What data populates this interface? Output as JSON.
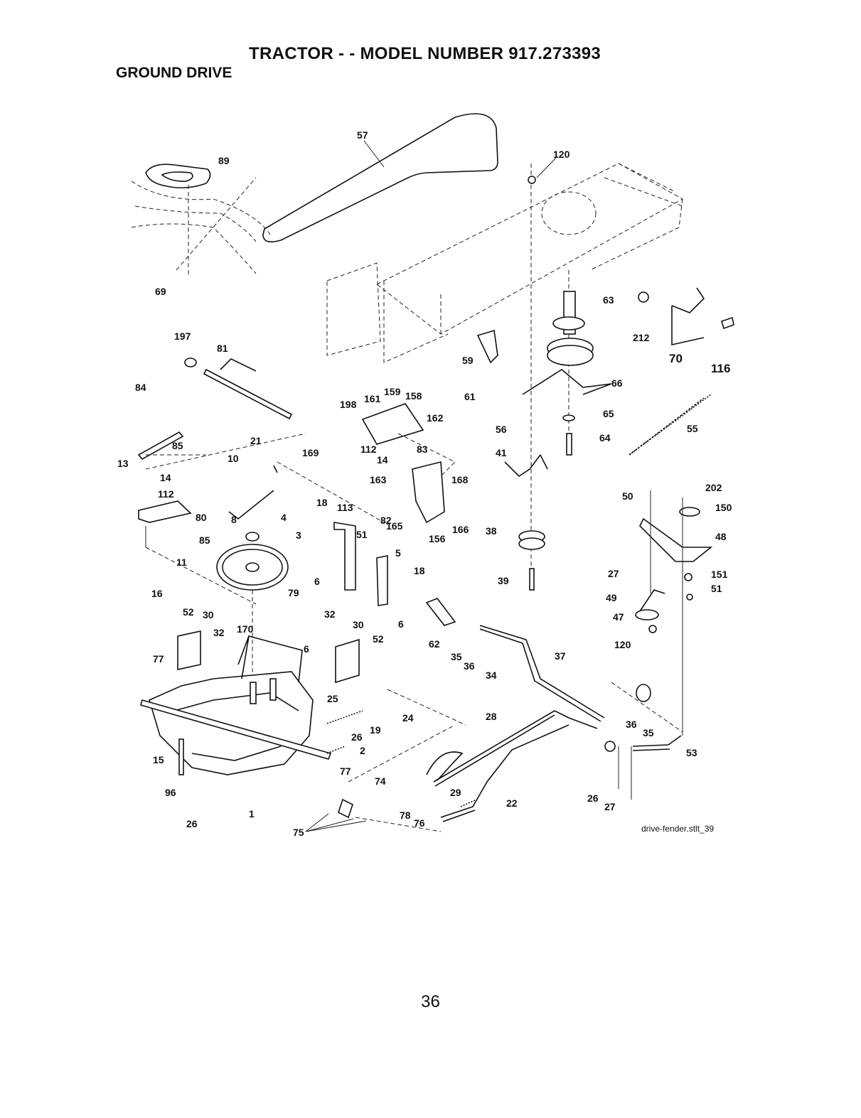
{
  "header": {
    "title": "TRACTOR - - MODEL NUMBER  917.273393",
    "section": "GROUND DRIVE"
  },
  "diagram": {
    "callouts": [
      "57",
      "89",
      "120",
      "69",
      "197",
      "81",
      "84",
      "85",
      "13",
      "14",
      "112",
      "80",
      "85",
      "11",
      "21",
      "10",
      "8",
      "4",
      "3",
      "79",
      "16",
      "52",
      "30",
      "32",
      "170",
      "77",
      "15",
      "96",
      "26",
      "1",
      "198",
      "161",
      "159",
      "158",
      "162",
      "169",
      "112",
      "14",
      "83",
      "163",
      "168",
      "18",
      "113",
      "82",
      "165",
      "156",
      "166",
      "51",
      "5",
      "18",
      "6",
      "6",
      "32",
      "30",
      "52",
      "6",
      "25",
      "26",
      "19",
      "24",
      "2",
      "77",
      "74",
      "75",
      "78",
      "76",
      "29",
      "22",
      "62",
      "35",
      "36",
      "34",
      "37",
      "28",
      "26",
      "27",
      "63",
      "212",
      "70",
      "116",
      "59",
      "61",
      "66",
      "65",
      "64",
      "56",
      "55",
      "41",
      "38",
      "39",
      "50",
      "202",
      "150",
      "48",
      "27",
      "151",
      "51",
      "49",
      "47",
      "120",
      "36",
      "35",
      "53"
    ],
    "caption": "drive-fender.stlt_39"
  },
  "footer": {
    "page_number": "36"
  }
}
